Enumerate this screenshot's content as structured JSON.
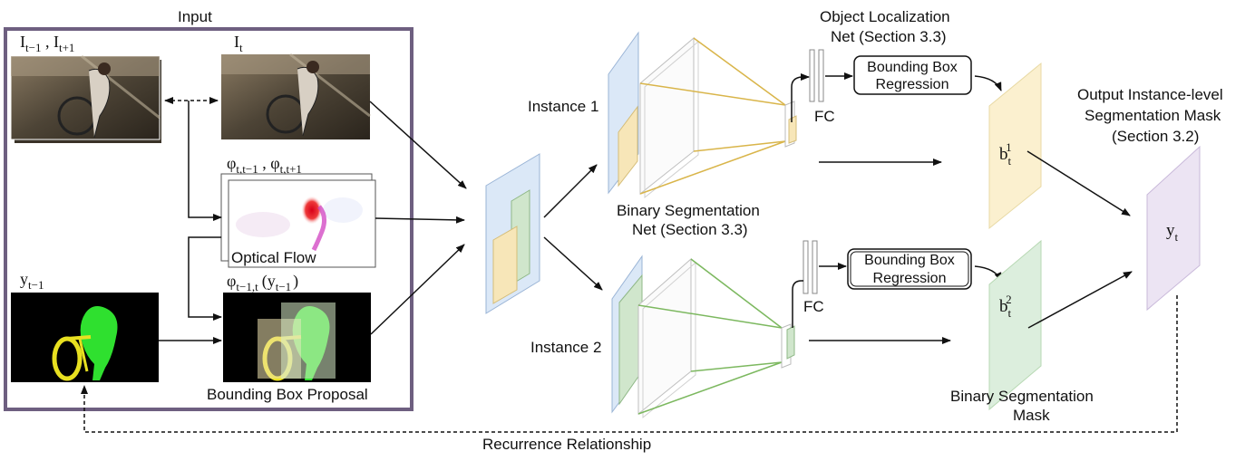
{
  "input": {
    "section_title": "Input",
    "frame_neighbors": {
      "base": "I",
      "sub1": "t−1",
      "sep": " , ",
      "sub2": "t+1"
    },
    "frame_current": {
      "base": "I",
      "sub": "t"
    },
    "flow": {
      "base1": "φ",
      "sub1": "t,t−1",
      "sep": " , ",
      "base2": "φ",
      "sub2": "t,t+1",
      "caption": "Optical Flow"
    },
    "prev_mask": {
      "base": "y",
      "sub": "t−1"
    },
    "warped": {
      "base": "φ",
      "sub": "t−1,t",
      "arg_open": "(y",
      "arg_sub": "t−1",
      "arg_close": ")"
    },
    "proposal_caption": "Bounding Box Proposal"
  },
  "network": {
    "instance1_label": "Instance 1",
    "instance2_label": "Instance 2",
    "seg_net_line1": "Binary Segmentation",
    "seg_net_line2": "Net (Section 3.3)",
    "loc_net_line1": "Object Localization",
    "loc_net_line2": "Net (Section 3.3)",
    "fc_label": "FC",
    "bbox_reg_line1": "Bounding Box",
    "bbox_reg_line2": "Regression"
  },
  "outputs": {
    "mask1": {
      "base": "b",
      "sub": "t",
      "sup": "1"
    },
    "mask2": {
      "base": "b",
      "sub": "t",
      "sup": "2"
    },
    "binary_mask_line1": "Binary Segmentation",
    "binary_mask_line2": "Mask",
    "final_line1": "Output Instance-level",
    "final_line2": "Segmentation Mask",
    "final_line3": "(Section 3.2)",
    "final": {
      "base": "y",
      "sub": "t"
    }
  },
  "recurrence_label": "Recurrence Relationship",
  "colors": {
    "input_border": "#6e5f80",
    "blue_plane": "#dbe8f7",
    "yellow_plane": "#fbf0cf",
    "green_plane": "#dceedd",
    "purple_plane": "#ece4f3",
    "yellow_line": "#d9b54a",
    "green_line": "#7cb85f",
    "mask_green": "#2fe02f",
    "mask_yellow": "#e8e020"
  }
}
